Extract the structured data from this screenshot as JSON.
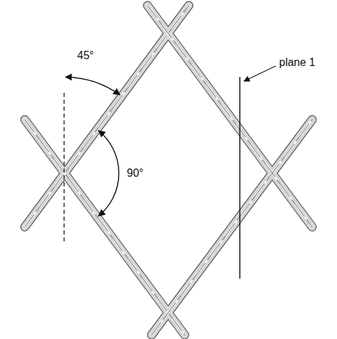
{
  "diagram": {
    "labels": [
      "45°",
      "90°",
      "plane 1"
    ]
  }
}
